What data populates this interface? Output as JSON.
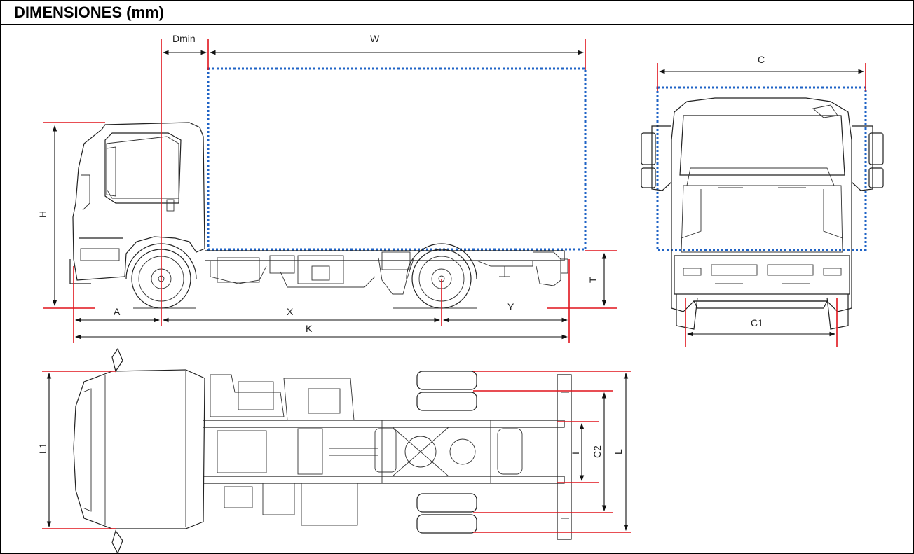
{
  "title": "DIMENSIONES (mm)",
  "labels": {
    "dmin": "Dmin",
    "w": "W",
    "c": "C",
    "h": "H",
    "a": "A",
    "x": "X",
    "y": "Y",
    "t": "T",
    "k": "K",
    "c1": "C1",
    "l1": "L1",
    "i": "I",
    "c2": "C2",
    "l": "L"
  },
  "colors": {
    "reference_lines": "#e0141c",
    "cargo_box_outline": "#1f63c6",
    "drawing": "#222222"
  },
  "views": [
    "side-view",
    "front-view",
    "top-view"
  ]
}
